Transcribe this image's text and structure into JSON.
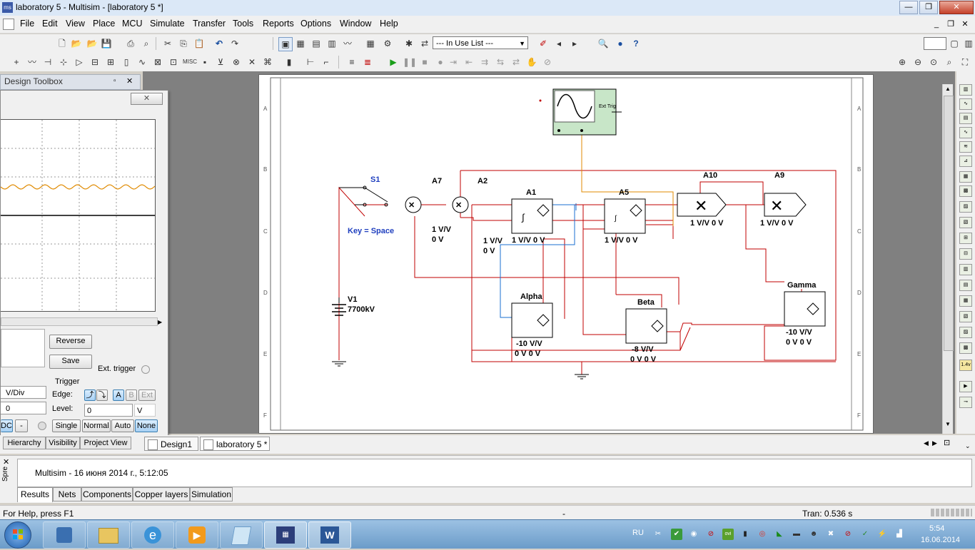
{
  "window": {
    "title": "laboratory 5 - Multisim - [laboratory 5 *]",
    "min": "—",
    "max": "❐",
    "close": "✕"
  },
  "menu": [
    "File",
    "Edit",
    "View",
    "Place",
    "MCU",
    "Simulate",
    "Transfer",
    "Tools",
    "Reports",
    "Options",
    "Window",
    "Help"
  ],
  "toolbar": {
    "in_use_list": "--- In Use List ---"
  },
  "design_toolbox": {
    "title": "Design Toolbox"
  },
  "oscilloscope": {
    "buttons": {
      "reverse": "Reverse",
      "save": "Save"
    },
    "ext_trigger_label": "Ext. trigger",
    "channel": {
      "scale": "V/Div",
      "position": "0",
      "coupling_dc": "DC",
      "coupling_dash": "-"
    },
    "trigger": {
      "title": "Trigger",
      "edge_label": "Edge:",
      "edge_A": "A",
      "edge_B": "B",
      "edge_ext": "Ext",
      "level_label": "Level:",
      "level_value": "0",
      "level_unit": "V",
      "modes": [
        "Single",
        "Normal",
        "Auto",
        "None"
      ],
      "selected_mode": "None"
    }
  },
  "schematic": {
    "switch": {
      "name": "S1",
      "key": "Key = Space"
    },
    "source": {
      "name": "V1",
      "value": "7700kV"
    },
    "a7": {
      "name": "A7",
      "gain": "1 V/V",
      "offset": "0 V"
    },
    "a2": {
      "name": "A2",
      "gain": "1 V/V",
      "offset": "0 V"
    },
    "a1": {
      "name": "A1",
      "params": "1 V/V 0 V"
    },
    "a5": {
      "name": "A5",
      "params": "1 V/V 0 V"
    },
    "a10": {
      "name": "A10",
      "params": "1 V/V 0 V"
    },
    "a9": {
      "name": "A9",
      "params": "1 V/V 0 V"
    },
    "alpha": {
      "name": "Alpha",
      "gain": "-10 V/V",
      "params": "0 V 0 V"
    },
    "beta": {
      "name": "Beta",
      "gain": "-8 V/V",
      "params": "0 V 0 V"
    },
    "gamma": {
      "name": "Gamma",
      "gain": "-10 V/V",
      "params": "0 V 0 V"
    },
    "scope_ext_trig": "Ext Trig",
    "row_labels": [
      "A",
      "B",
      "C",
      "D",
      "E",
      "F"
    ]
  },
  "panel_tabs": [
    "Hierarchy",
    "Visibility",
    "Project View"
  ],
  "sheet_tabs": [
    "Design1 *",
    "laboratory 5 *"
  ],
  "spreadsheet": {
    "side_label": "Spre",
    "message": "Multisim  -  16 июня 2014 г., 5:12:05",
    "tabs": [
      "Results",
      "Nets",
      "Components",
      "Copper layers",
      "Simulation"
    ]
  },
  "status": {
    "help": "For Help, press F1",
    "middle": "-",
    "tran": "Tran: 0.536 s"
  },
  "taskbar": {
    "lang": "RU",
    "time": "5:54",
    "date": "16.06.2014"
  },
  "colors": {
    "wire_red": "#c00000",
    "wire_blue": "#1a6fd0",
    "wire_orange": "#e08a00",
    "scope_fill": "#c8e6c8"
  }
}
